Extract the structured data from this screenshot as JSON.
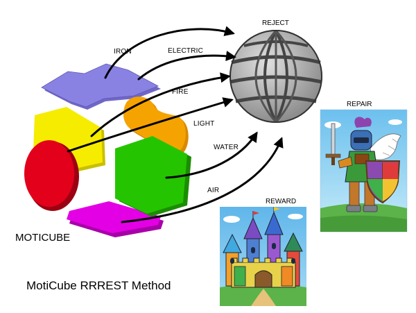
{
  "diagram": {
    "cube_label": "MOTICUBE",
    "title": "MotiCube RRREST Method",
    "destinations": {
      "reject": "REJECT",
      "repair": "REPAIR",
      "reward": "REWARD"
    },
    "arrows": [
      {
        "label": "IRON",
        "from": "purple-face",
        "to": "reject"
      },
      {
        "label": "ELECTRIC",
        "from": "purple-face",
        "to": "reject"
      },
      {
        "label": "FIRE",
        "from": "yellow-face",
        "to": "reject"
      },
      {
        "label": "LIGHT",
        "from": "red-face",
        "to": "reject"
      },
      {
        "label": "WATER",
        "from": "green-face",
        "to": "reject"
      },
      {
        "label": "AIR",
        "from": "magenta-face",
        "to": "reject"
      }
    ],
    "faces": [
      {
        "name": "purple-face",
        "color": "#8a82e3"
      },
      {
        "name": "yellow-face",
        "color": "#f5ec00"
      },
      {
        "name": "red-face",
        "color": "#e3001b"
      },
      {
        "name": "orange-face",
        "color": "#f5a300"
      },
      {
        "name": "green-face",
        "color": "#25c400"
      },
      {
        "name": "magenta-face",
        "color": "#e400e4"
      }
    ],
    "sphere_icon": "cage-sphere-icon",
    "repair_icon": "knight-icon",
    "reward_icon": "castle-icon"
  }
}
